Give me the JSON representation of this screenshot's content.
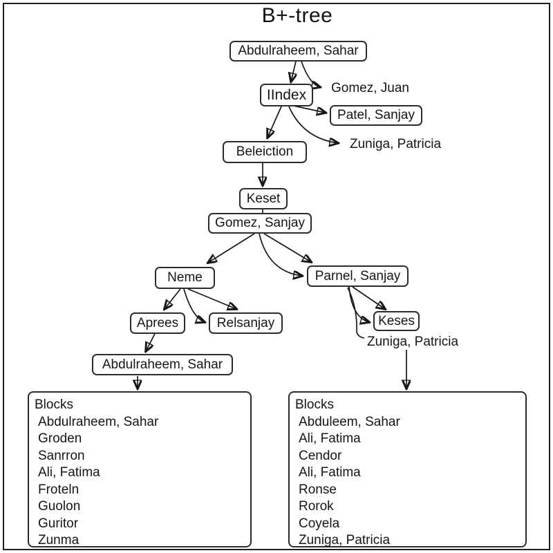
{
  "title": "B+-tree",
  "tree": {
    "root_label": "Abdulraheem, Sahar",
    "iindex_label": "IIndex",
    "gomez_juan_label": "Gomez, Juan",
    "patel_label": "Patel, Sanjay",
    "zuniga_top_label": "Zuniga, Patricia",
    "beleiction_label": "Beleiction",
    "keset_label": "Keset",
    "gomez_sanjay_label": "Gomez, Sanjay",
    "neme_label": "Neme",
    "parnel_label": "Parnel, Sanjay",
    "aprees_label": "Aprees",
    "relsanjay_label": "Relsanjay",
    "keses_label": "Keses",
    "zuniga_mid_label": "Zuniga, Patricia",
    "abdulraheem_leaf_label": "Abdulraheem, Sahar"
  },
  "left_block": {
    "header": "Blocks",
    "items": [
      "Abdulraheem, Sahar",
      "Groden",
      "Sanrron",
      "Ali, Fatima",
      "Froteln",
      "Guolon",
      "Guritor",
      "Zunma"
    ]
  },
  "right_block": {
    "header": "Blocks",
    "items": [
      "Abduleem, Sahar",
      "Ali, Fatima",
      "Cendor",
      "Ali, Fatima",
      "Ronse",
      "Rorok",
      "Coyela",
      "Zuniga, Patricia"
    ]
  },
  "colors": {
    "stroke": "#161616",
    "background": "#ffffff"
  }
}
